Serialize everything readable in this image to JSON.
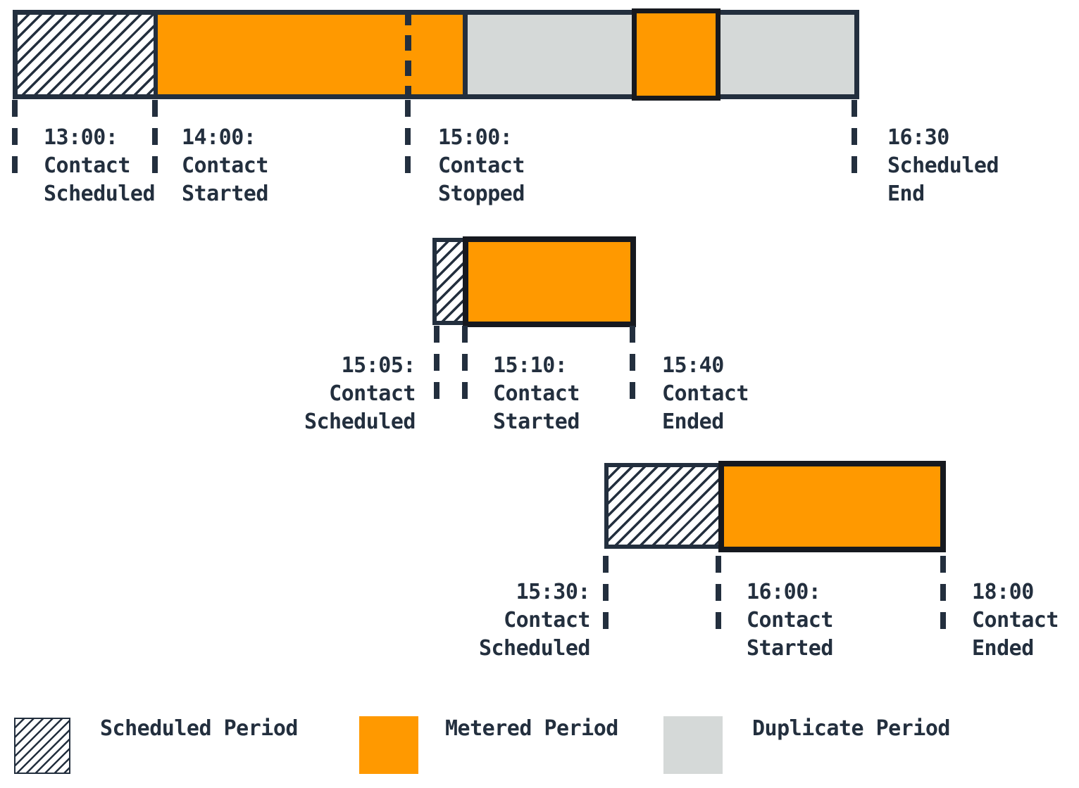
{
  "colors": {
    "navy": "#232f3e",
    "metered_orange": "#ff9900",
    "duplicate_gray": "#d5d9d8",
    "overlap_border_black": "#16191f",
    "scheduled_hatch": "navy diagonal lines on white"
  },
  "timelines": [
    {
      "id": "contact-1",
      "segments": [
        "scheduled",
        "metered",
        "duplicate",
        "metered-overlap",
        "duplicate"
      ],
      "has_dashed_stop_marker": true,
      "events": [
        {
          "label": "13:00:\nContact\nScheduled"
        },
        {
          "label": "14:00:\nContact\nStarted"
        },
        {
          "label": "15:00:\nContact\nStopped"
        },
        {
          "label": "16:30\nScheduled\nEnd"
        }
      ]
    },
    {
      "id": "contact-2",
      "segments": [
        "scheduled",
        "metered"
      ],
      "has_dashed_stop_marker": false,
      "events": [
        {
          "label": "15:05:\nContact\nScheduled"
        },
        {
          "label": "15:10:\nContact\nStarted"
        },
        {
          "label": "15:40\nContact\nEnded"
        }
      ]
    },
    {
      "id": "contact-3",
      "segments": [
        "scheduled",
        "metered"
      ],
      "has_dashed_stop_marker": false,
      "events": [
        {
          "label": "15:30:\nContact\nScheduled"
        },
        {
          "label": "16:00:\nContact\nStarted"
        },
        {
          "label": "18:00\nContact\nEnded"
        }
      ]
    }
  ],
  "legend": {
    "items": [
      {
        "label": "Scheduled Period",
        "swatch": "hatched"
      },
      {
        "label": "Metered Period",
        "swatch": "orange"
      },
      {
        "label": "Duplicate Period",
        "swatch": "gray"
      }
    ]
  }
}
